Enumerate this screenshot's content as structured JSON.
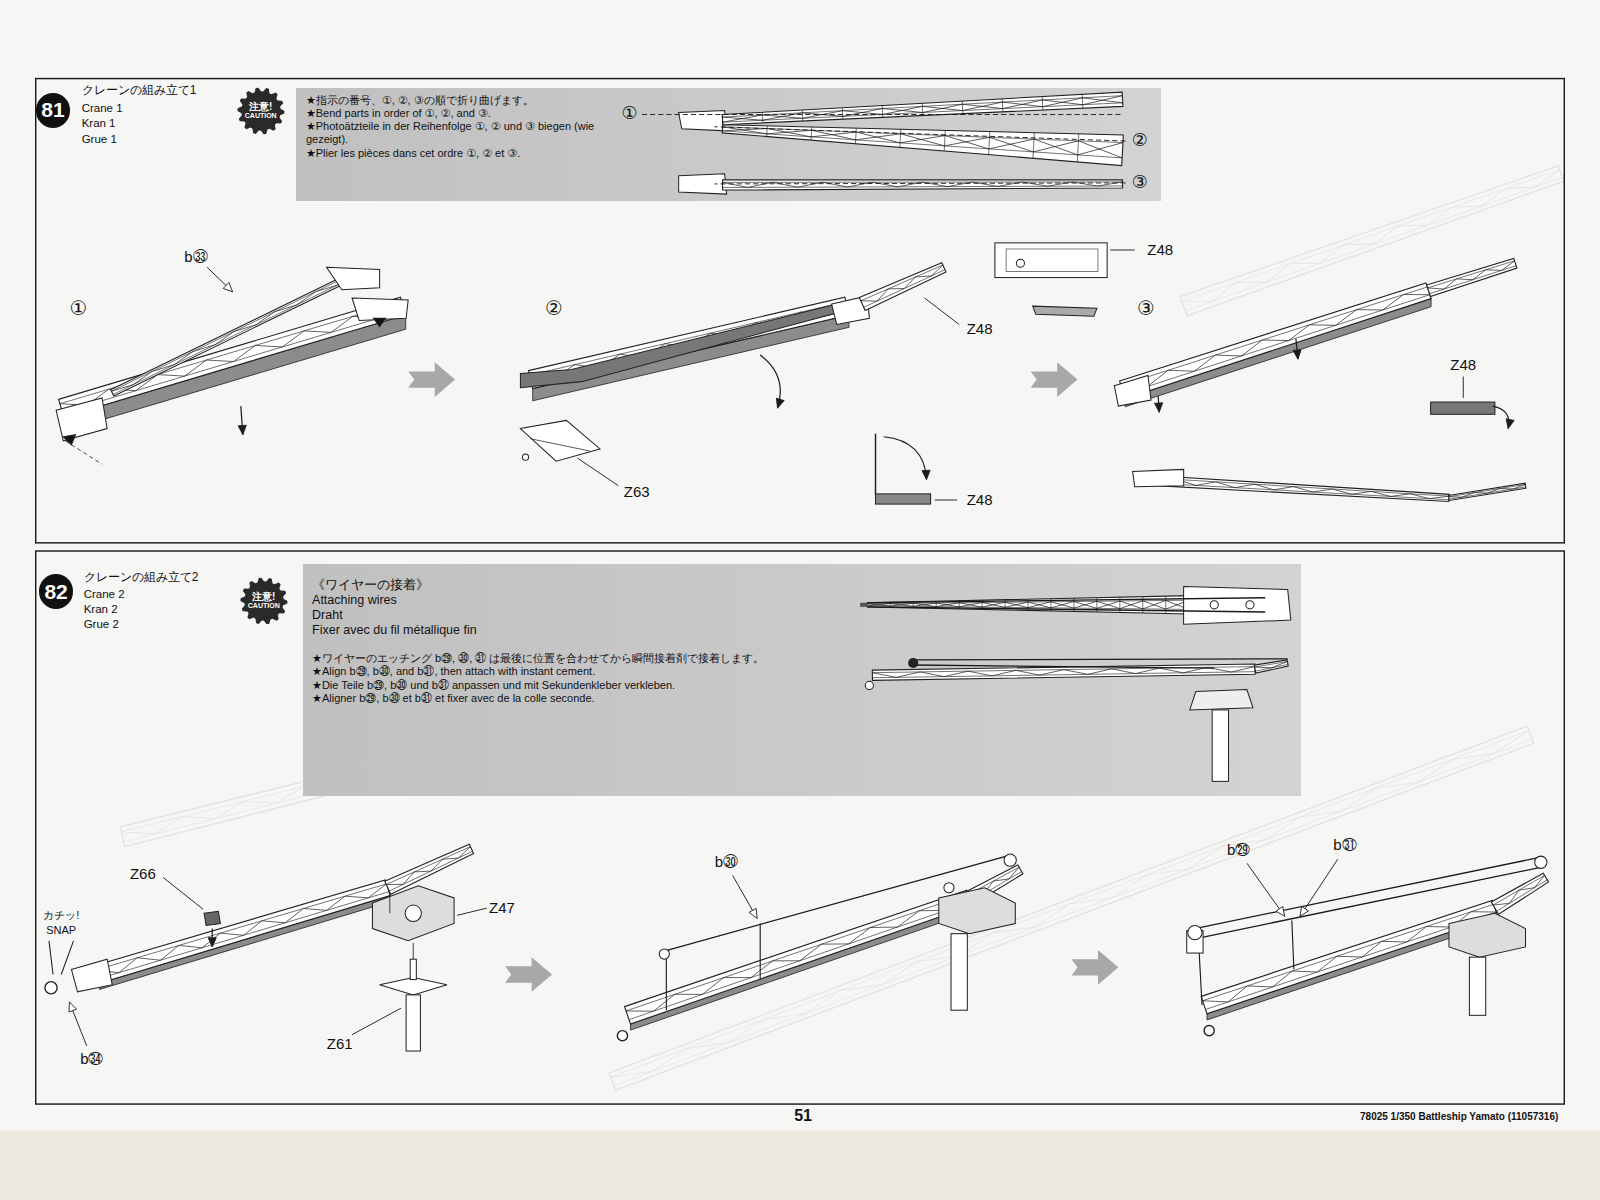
{
  "diagram": {
    "nodes": [
      {
        "text": [
          "81"
        ]
      },
      {
        "text": [
          "注意!",
          "CAUTION"
        ]
      },
      {
        "text": [
          "★指示の番号、①, ②, ③の順で折り曲げます。",
          "★Bend parts in order of ①, ②, and ③.",
          "★Photoätzteile in der Reihenfolge ①, ② und ③ biegen (wie gezeigt).",
          "★Plier les pièces dans cet ordre ①, ② et ③."
        ]
      },
      {
        "text": [
          "82"
        ]
      },
      {
        "text": [
          "注意!",
          "CAUTION"
        ]
      },
      {
        "text": [
          "《ワイヤーの接着》",
          "Attaching wires",
          "Draht",
          "Fixer avec du fil métallique fin",
          "★ワイヤーのエッチング b㉙, ㉚, ㉛ は最後に位置を合わせてから瞬間接着剤で接着します。",
          "★Align b㉙, b㉚, and b㉛, then attach with instant cement.",
          "★Die Teile b㉙, b㉚ und b㉛ anpassen und mit Sekundenkleber verkleben.",
          "★Aligner b㉙, b㉚ et b㉛ et fixer avec de la colle seconde."
        ]
      }
    ],
    "labels": [
      "クレーンの組み立て1",
      "Crane 1",
      "Kran 1",
      "Grue 1",
      "①",
      "②",
      "③",
      "b㉝",
      "①",
      "②",
      "Z48",
      "③",
      "Z48",
      "Z48",
      "Z63",
      "Z48",
      "クレーンの組み立て2",
      "Crane 2",
      "Kran 2",
      "Grue 2",
      "b㉚",
      "b㉙",
      "b㉛",
      "Z66",
      "Z47",
      "カチッ!",
      "SNAP",
      "Z61",
      "b㉞",
      "51",
      "78025 1/350 Battleship Yamato (11057316)"
    ]
  }
}
